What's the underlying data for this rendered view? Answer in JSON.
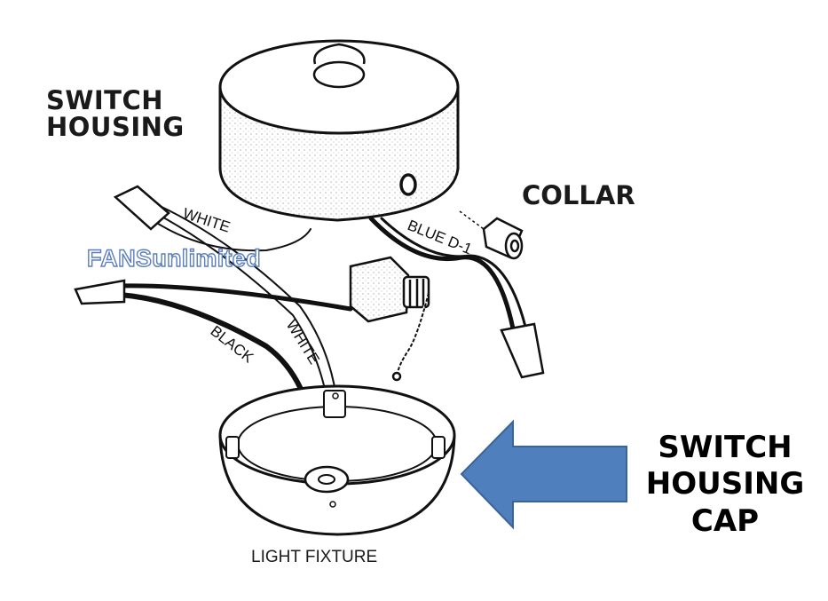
{
  "labels": {
    "switch_housing": [
      "SWITCH",
      "HOUSING"
    ],
    "collar": "COLLAR",
    "light_fixture": "LIGHT FIXTURE",
    "switch_housing_cap": [
      "SWITCH",
      "HOUSING",
      "CAP"
    ]
  },
  "wires": {
    "white_top": "WHITE",
    "blue": "BLUE D-1",
    "black": "BLACK",
    "white_lower": "WHITE"
  },
  "watermark": "FANSunlimited",
  "colors": {
    "arrow_fill": "#4f7fbd",
    "arrow_stroke": "#3a6496",
    "line_art": "#111111",
    "watermark_outline": "#5b7fbd"
  }
}
